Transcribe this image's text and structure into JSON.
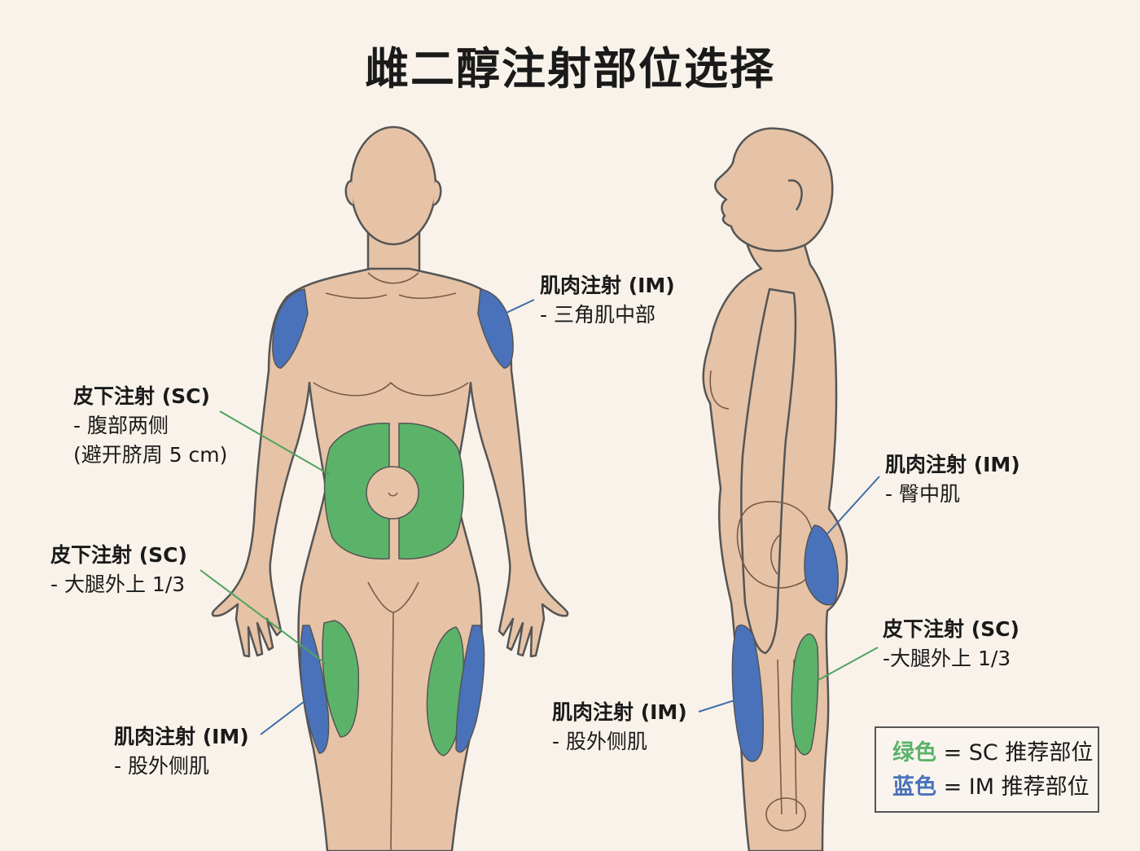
{
  "title": "雌二醇注射部位选择",
  "colors": {
    "background": "#f8f2ea",
    "skin": "#e6c3a6",
    "outline": "#555555",
    "sc_green": "#5bb36a",
    "im_blue": "#4a72bb"
  },
  "callouts": {
    "front_deltoid": {
      "head": "肌肉注射 (IM)",
      "sub": "- 三角肌中部"
    },
    "front_abdomen": {
      "head": "皮下注射 (SC)",
      "sub": "- 腹部两侧",
      "sub2": "(避开脐周 5 cm)"
    },
    "front_thigh_sc": {
      "head": "皮下注射 (SC)",
      "sub": "- 大腿外上 1/3"
    },
    "front_thigh_im": {
      "head": "肌肉注射 (IM)",
      "sub": "- 股外侧肌"
    },
    "side_glute": {
      "head": "肌肉注射 (IM)",
      "sub": "- 臀中肌"
    },
    "side_thigh_sc": {
      "head": "皮下注射 (SC)",
      "sub": "-大腿外上 1/3"
    },
    "side_thigh_im": {
      "head": "肌肉注射 (IM)",
      "sub": "- 股外侧肌"
    }
  },
  "legend": {
    "green_word": "绿色",
    "green_text": " = SC 推荐部位",
    "blue_word": "蓝色",
    "blue_text": " = IM 推荐部位"
  }
}
